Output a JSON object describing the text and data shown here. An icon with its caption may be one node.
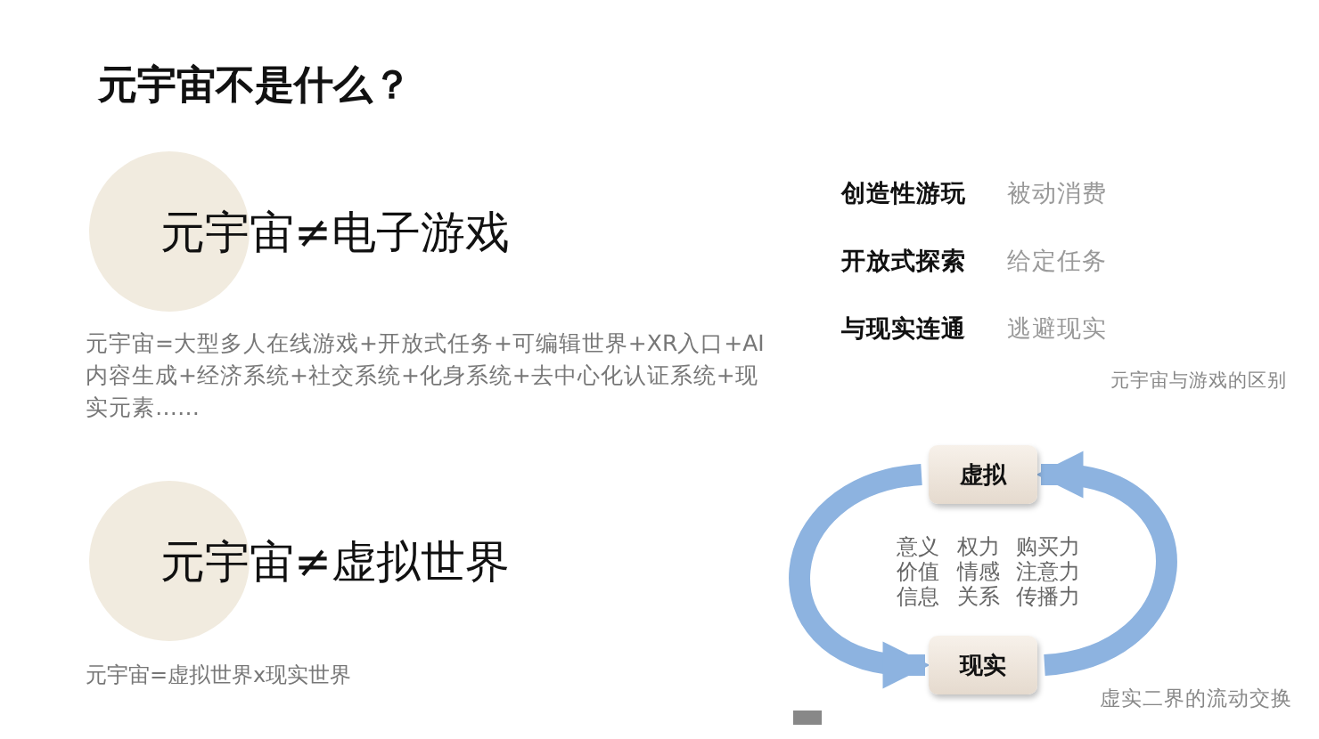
{
  "diagram": {
    "title": "元宇宙不是什么？",
    "nodes": [
      {
        "text": [
          "元宇宙≠电子游戏"
        ]
      },
      {
        "text": [
          "元宇宙≠虚拟世界"
        ]
      },
      {
        "text": [
          "虚拟"
        ]
      },
      {
        "text": [
          "现实"
        ]
      }
    ],
    "edges": [
      {
        "from": 2,
        "to": 3,
        "arrow": "to"
      },
      {
        "from": 3,
        "to": 2,
        "arrow": "to"
      }
    ],
    "labels": [
      "元宇宙=大型多人在线游戏+开放式任务+可编辑世界+XR入口+AI内容生成+经济系统+社交系统+化身系统+去中心化认证系统+现实元素……",
      "创造性游玩",
      "被动消费",
      "开放式探索",
      "给定任务",
      "与现实连通",
      "逃避现实",
      "元宇宙与游戏的区别",
      "元宇宙=虚拟世界x现实世界",
      "意义",
      "权力",
      "购买力",
      "价值",
      "情感",
      "注意力",
      "信息",
      "关系",
      "传播力",
      "虚实二界的流动交换"
    ]
  }
}
